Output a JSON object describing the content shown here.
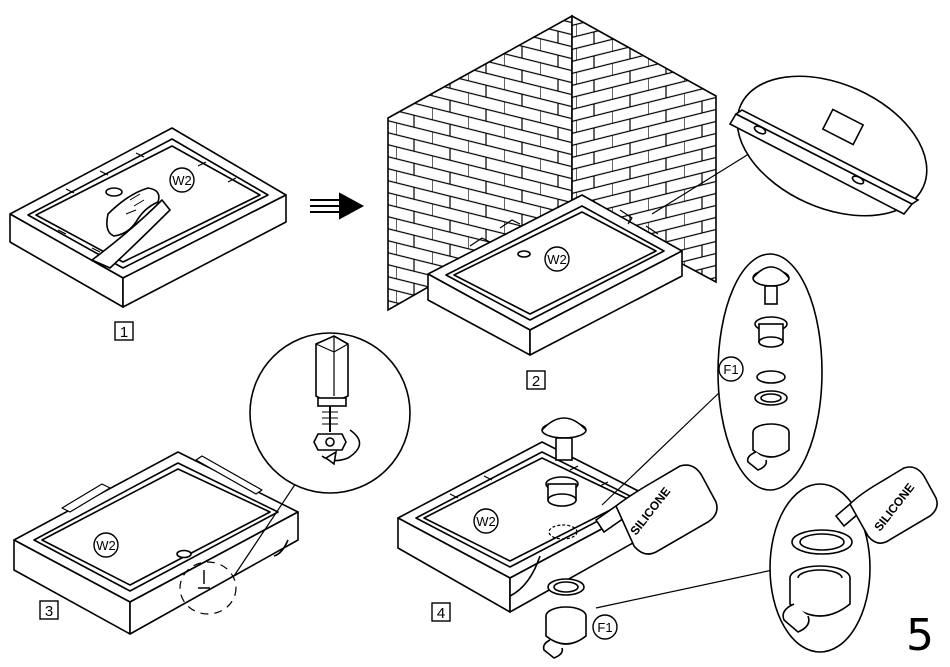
{
  "steps": [
    {
      "number": "1",
      "callout": "W2"
    },
    {
      "number": "2",
      "callout": "W2"
    },
    {
      "number": "3",
      "callout": "W2"
    },
    {
      "number": "4",
      "callout": "W2"
    }
  ],
  "parts": {
    "waste_label": "F1",
    "waste_label_bottom": "F1",
    "silicone_label": "SILICONE",
    "silicone_label_detail": "SILICONE"
  },
  "page_number": "5"
}
